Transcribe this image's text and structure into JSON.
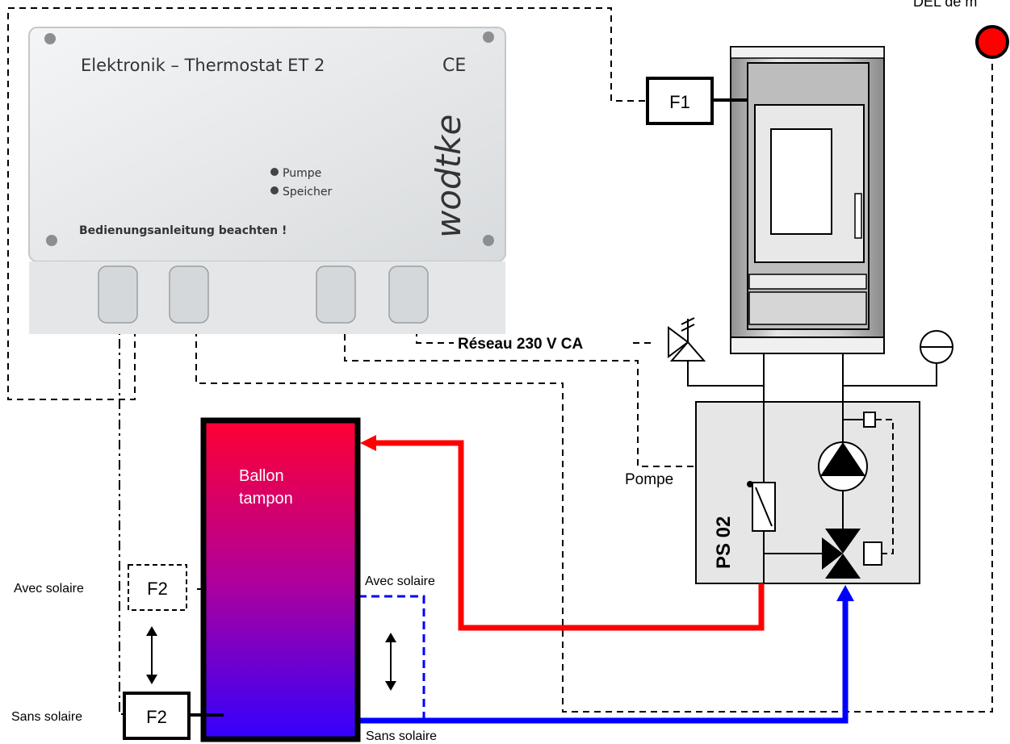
{
  "thermostat": {
    "title": "Elektronik – Thermostat ET 2",
    "ce_mark": "CE",
    "brand": "wodtke",
    "led_pump": "Pumpe",
    "led_storage": "Speicher",
    "notice": "Bedienungsanleitung beachten !"
  },
  "sensors": {
    "f1": "F1",
    "f2_solar": "F2",
    "f2_no_solar": "F2"
  },
  "labels": {
    "led_top": "DEL de m",
    "mains": "Réseau 230 V CA",
    "pump": "Pompe",
    "ps02": "PS 02",
    "tank_line1": "Ballon",
    "tank_line2": "tampon",
    "with_solar_left": "Avec solaire",
    "without_solar_left": "Sans solaire",
    "with_solar_right": "Avec solaire",
    "without_solar_right": "Sans solaire"
  },
  "colors": {
    "hot_line": "#ff0000",
    "cold_line": "#0000ff",
    "tank_top": "#ff0033",
    "tank_bottom": "#3300ff",
    "led": "#ff0000"
  }
}
